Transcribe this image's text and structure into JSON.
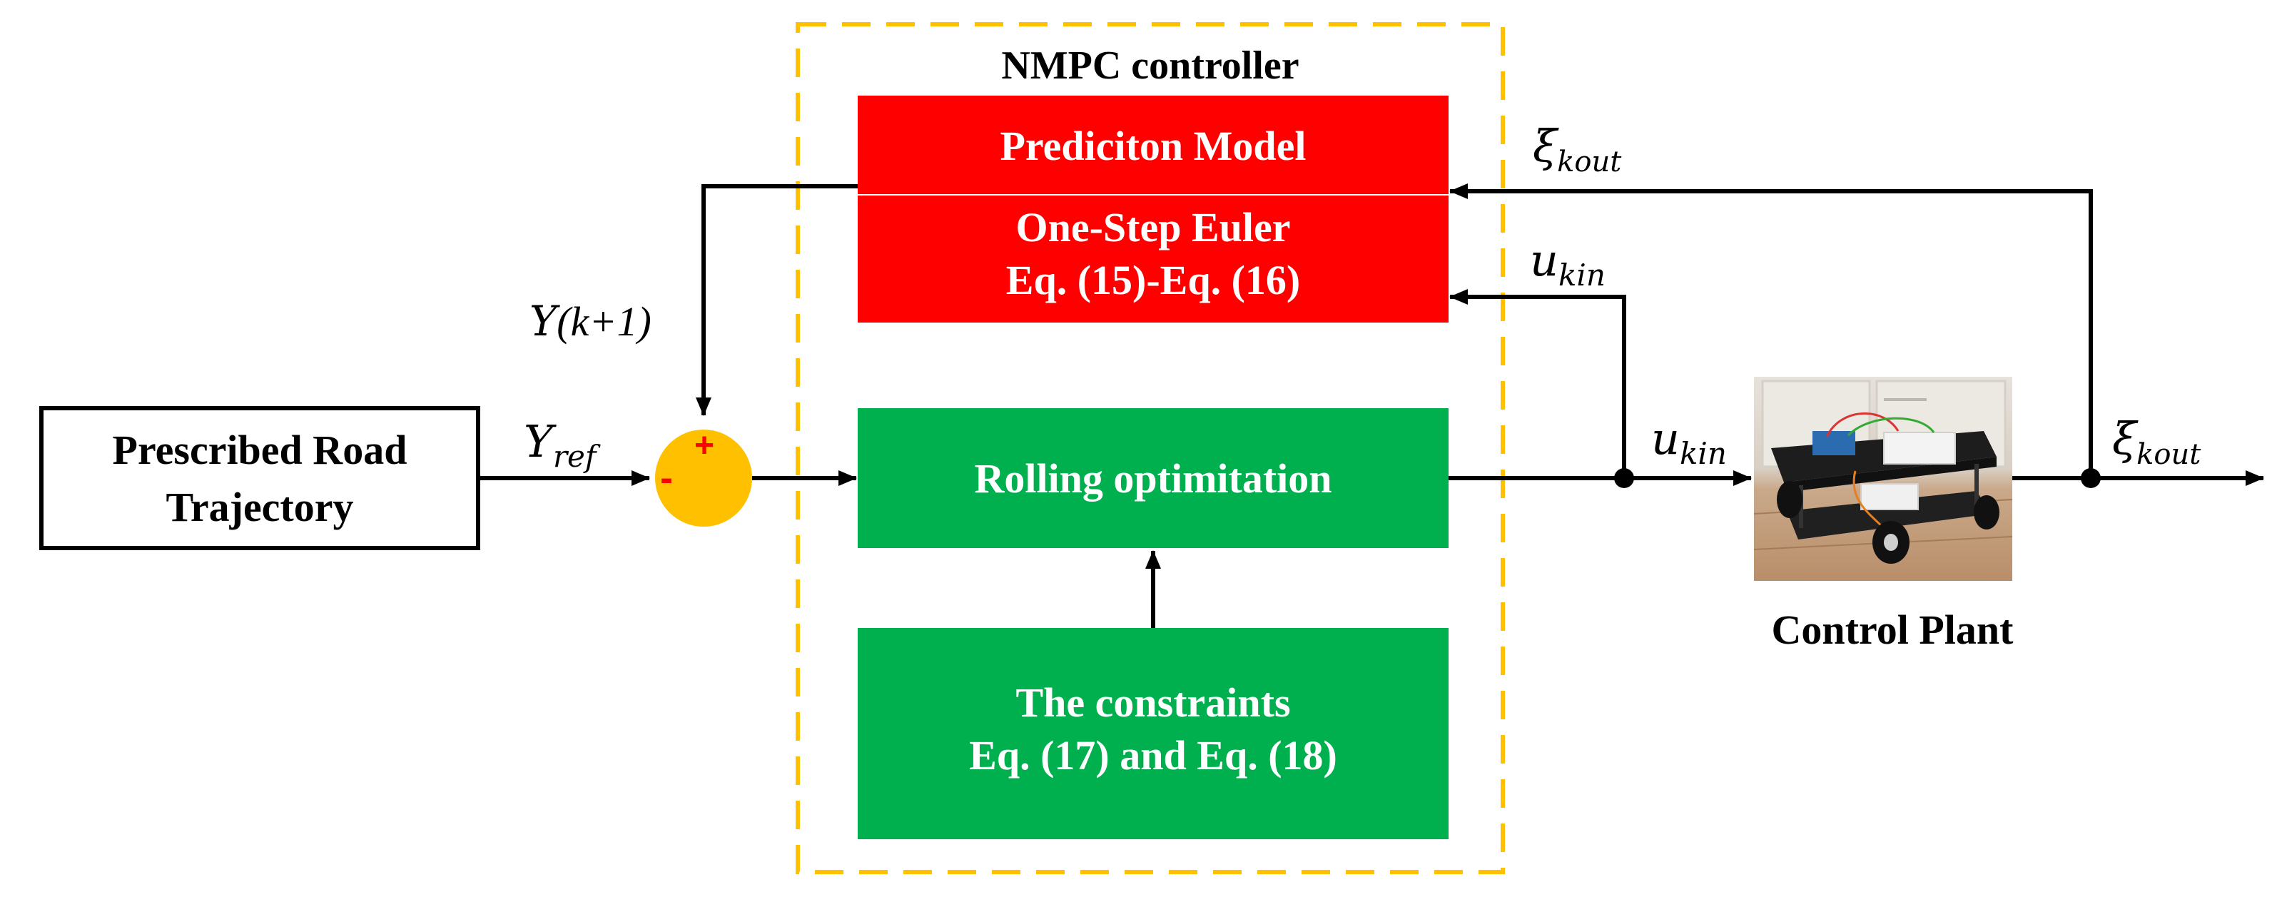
{
  "controller": {
    "title": "NMPC controller",
    "prediction_model": {
      "title": "Prediciton Model",
      "line1": "One-Step Euler",
      "line2": "Eq. (15)-Eq. (16)"
    },
    "rolling_block": {
      "label": "Rolling optimitation"
    },
    "constraints_block": {
      "line1": "The constraints",
      "line2": "Eq. (17) and Eq. (18)"
    }
  },
  "reference_block": {
    "line1": "Prescribed Road",
    "line2": "Trajectory"
  },
  "summing_junction": {
    "plus": "+",
    "minus": "-"
  },
  "signals": {
    "y_ref": {
      "base": "Y",
      "sub": "ref"
    },
    "y_next": {
      "base": "Y",
      "arg": "(k+1)"
    },
    "xi_feedback": {
      "base": "ξ",
      "sub": "kout"
    },
    "u_feedback": {
      "base": "u",
      "sub": "kin"
    },
    "u_plant": {
      "base": "u",
      "sub": "kin"
    },
    "xi_output": {
      "base": "ξ",
      "sub": "kout"
    }
  },
  "plant": {
    "label": "Control Plant"
  },
  "colors": {
    "prediction_fill": "#ff0000",
    "optimization_fill": "#00b04f",
    "dashed_border": "#ffc000",
    "summing_fill": "#ffc000",
    "sign_color": "#ff0000",
    "line": "#000000"
  }
}
